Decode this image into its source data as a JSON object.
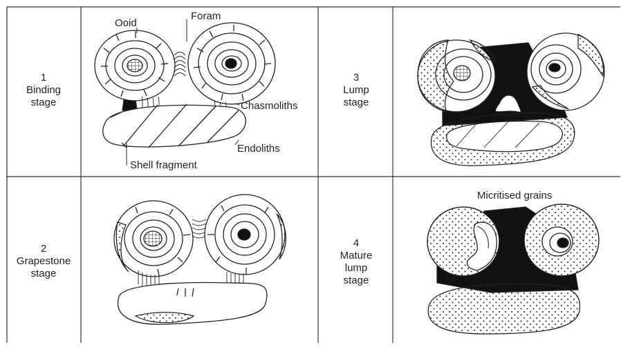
{
  "stages": [
    {
      "number": "1",
      "name_lines": [
        "Binding",
        "stage"
      ]
    },
    {
      "number": "2",
      "name_lines": [
        "Grapestone",
        "stage"
      ]
    },
    {
      "number": "3",
      "name_lines": [
        "Lump",
        "stage"
      ]
    },
    {
      "number": "4",
      "name_lines": [
        "Mature",
        "lump",
        "stage"
      ]
    }
  ],
  "annotations": {
    "ooid": "Ooid",
    "foram": "Foram",
    "chasmoliths": "Chasmoliths",
    "endoliths": "Endoliths",
    "shell_fragment": "Shell fragment",
    "micritised_grains": "Micritised grains"
  }
}
